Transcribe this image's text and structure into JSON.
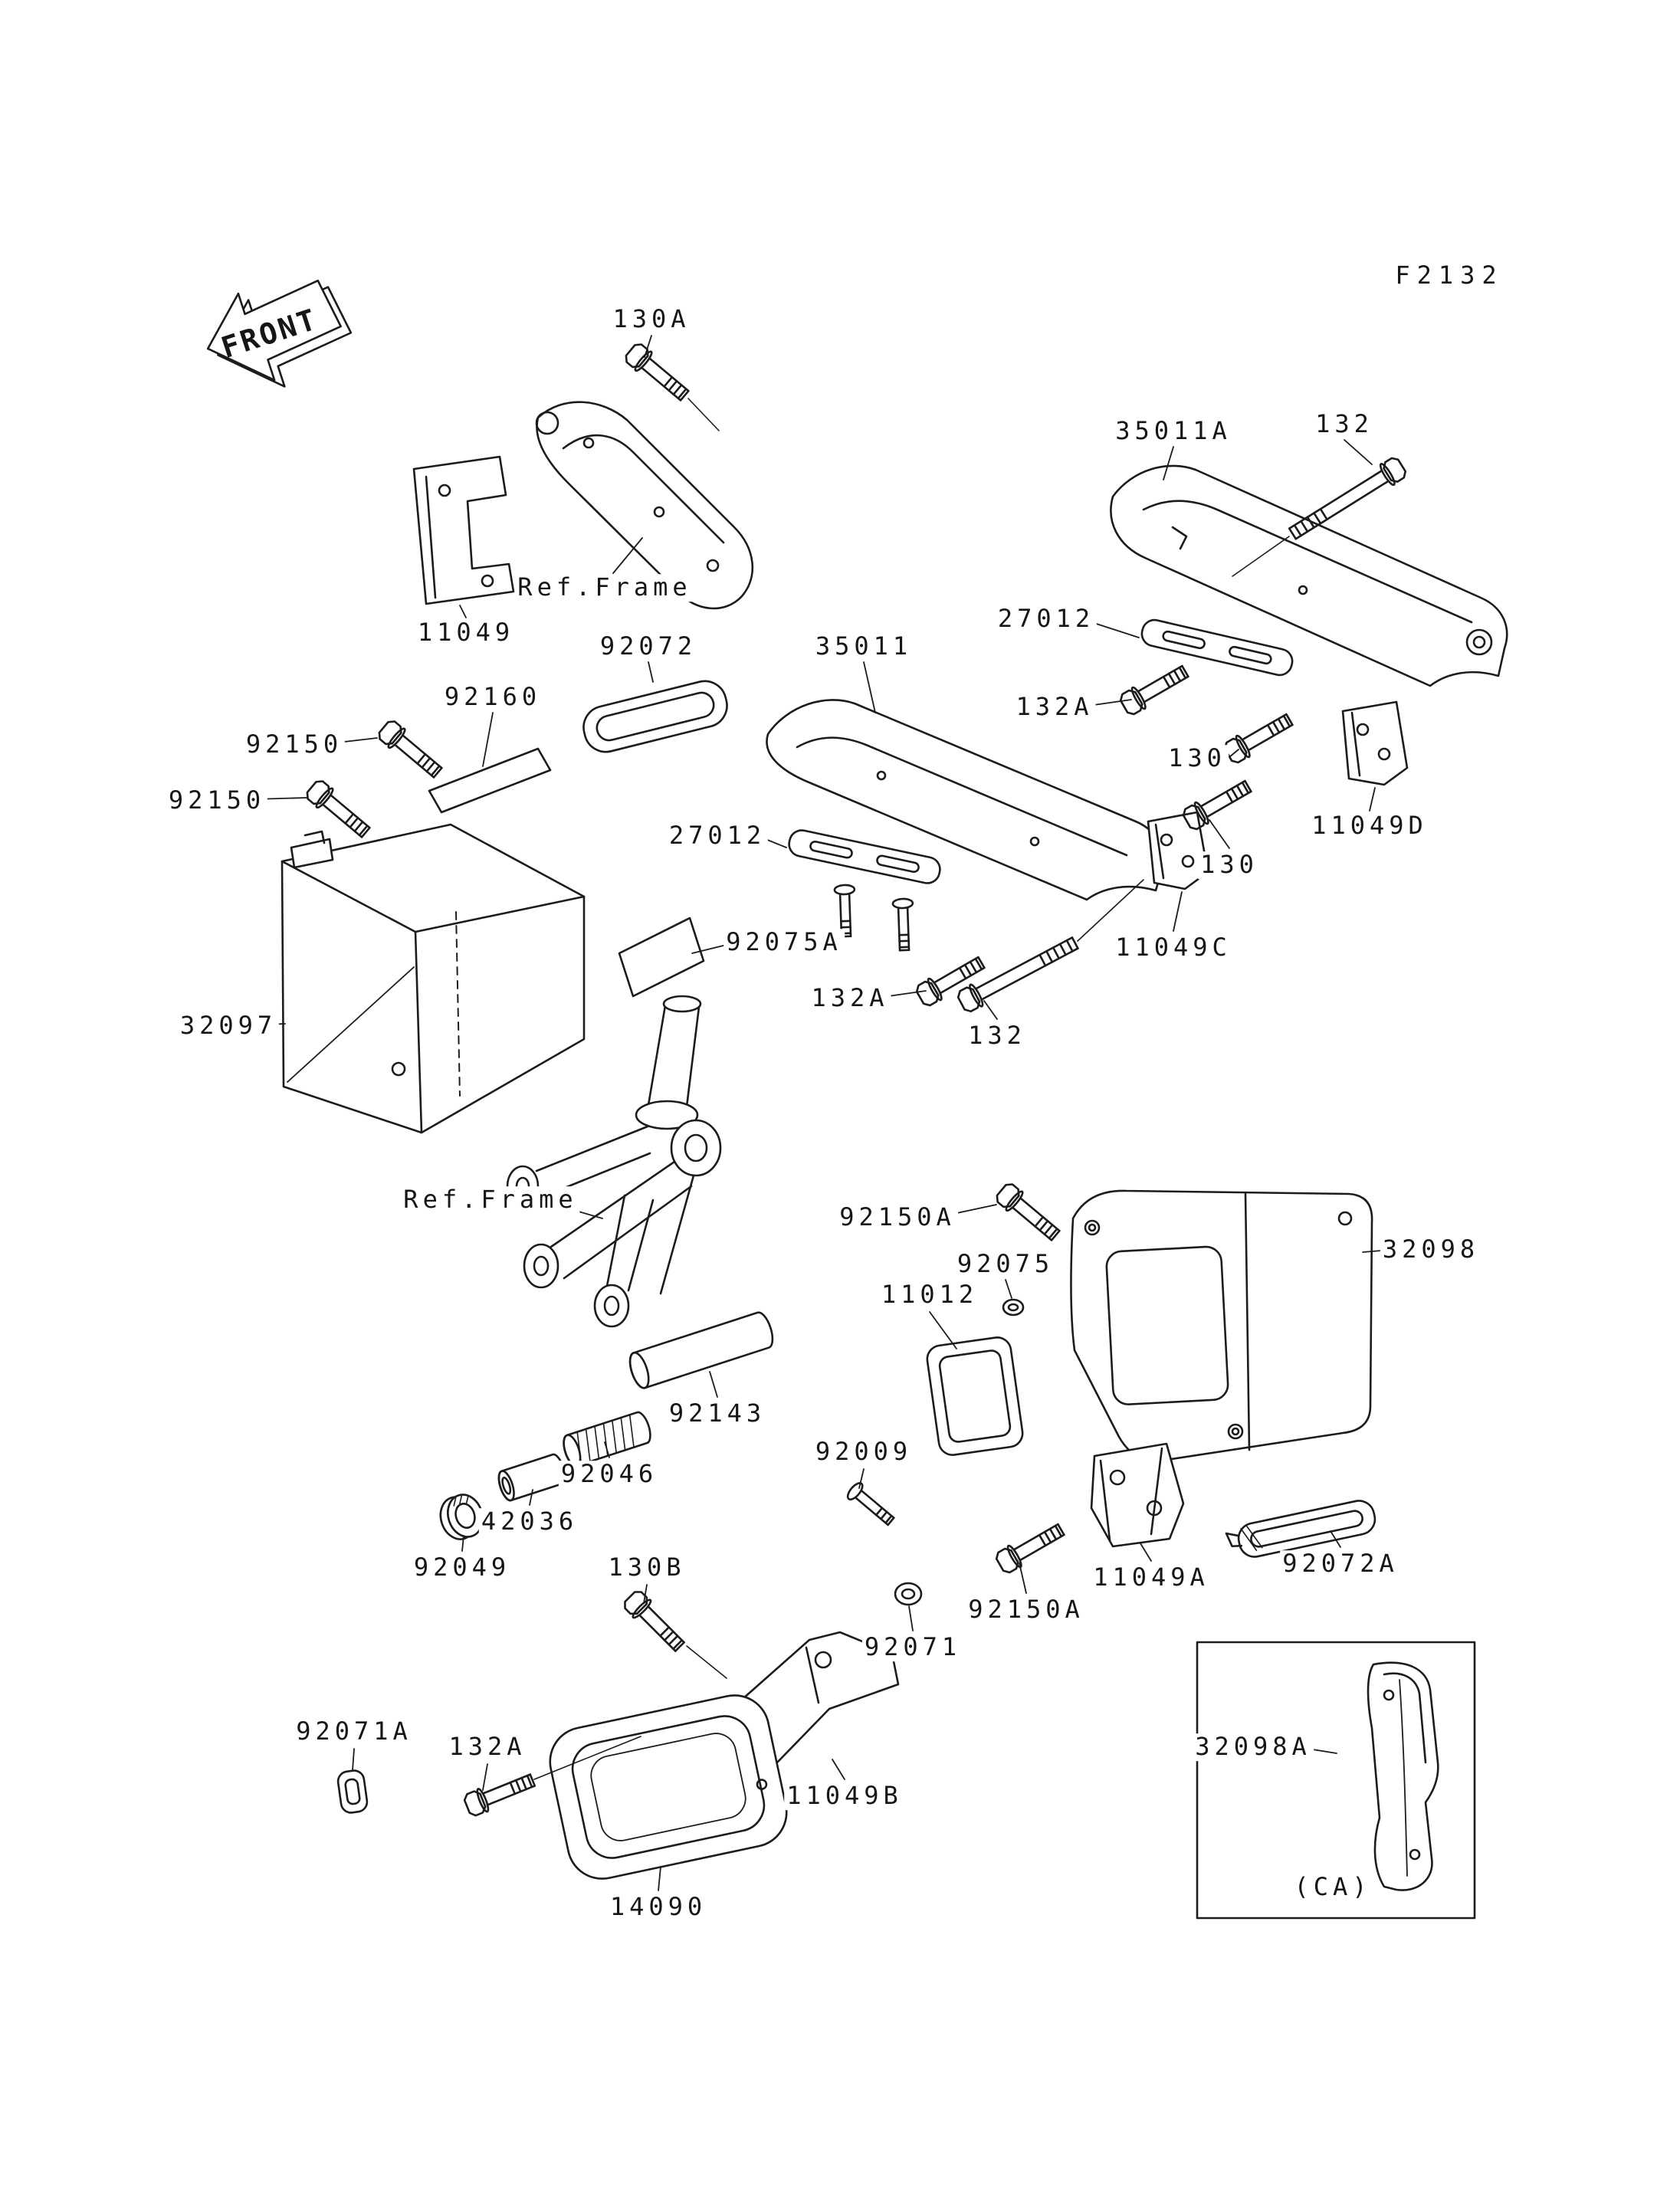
{
  "labels": [
    {
      "id": "figure-code",
      "text": "F2132"
    },
    {
      "id": "front-arrow",
      "text": "FRONT"
    },
    {
      "id": "130A",
      "text": "130A"
    },
    {
      "id": "ref-frame-top",
      "text": "Ref.Frame"
    },
    {
      "id": "11049",
      "text": "11049"
    },
    {
      "id": "92072",
      "text": "92072"
    },
    {
      "id": "92160",
      "text": "92160"
    },
    {
      "id": "92150-1",
      "text": "92150"
    },
    {
      "id": "92150-2",
      "text": "92150"
    },
    {
      "id": "35011",
      "text": "35011"
    },
    {
      "id": "35011A",
      "text": "35011A"
    },
    {
      "id": "132-top",
      "text": "132"
    },
    {
      "id": "27012-right",
      "text": "27012"
    },
    {
      "id": "132A-right",
      "text": "132A"
    },
    {
      "id": "130-1",
      "text": "130"
    },
    {
      "id": "11049D",
      "text": "11049D"
    },
    {
      "id": "130-2",
      "text": "130"
    },
    {
      "id": "27012-left",
      "text": "27012"
    },
    {
      "id": "92075A",
      "text": "92075A"
    },
    {
      "id": "11049C",
      "text": "11049C"
    },
    {
      "id": "132A-mid",
      "text": "132A"
    },
    {
      "id": "132-mid",
      "text": "132"
    },
    {
      "id": "32097",
      "text": "32097"
    },
    {
      "id": "ref-frame-mid",
      "text": "Ref.Frame"
    },
    {
      "id": "92150A-upper",
      "text": "92150A"
    },
    {
      "id": "92075",
      "text": "92075"
    },
    {
      "id": "11012",
      "text": "11012"
    },
    {
      "id": "32098",
      "text": "32098"
    },
    {
      "id": "92143",
      "text": "92143"
    },
    {
      "id": "92046",
      "text": "92046"
    },
    {
      "id": "42036",
      "text": "42036"
    },
    {
      "id": "92049",
      "text": "92049"
    },
    {
      "id": "92009",
      "text": "92009"
    },
    {
      "id": "11049A",
      "text": "11049A"
    },
    {
      "id": "92072A",
      "text": "92072A"
    },
    {
      "id": "130B",
      "text": "130B"
    },
    {
      "id": "92150A-lower",
      "text": "92150A"
    },
    {
      "id": "92071",
      "text": "92071"
    },
    {
      "id": "92071A",
      "text": "92071A"
    },
    {
      "id": "132A-bottom",
      "text": "132A"
    },
    {
      "id": "11049B",
      "text": "11049B"
    },
    {
      "id": "14090",
      "text": "14090"
    },
    {
      "id": "32098A",
      "text": "32098A"
    },
    {
      "id": "CA",
      "text": "(CA)"
    }
  ]
}
